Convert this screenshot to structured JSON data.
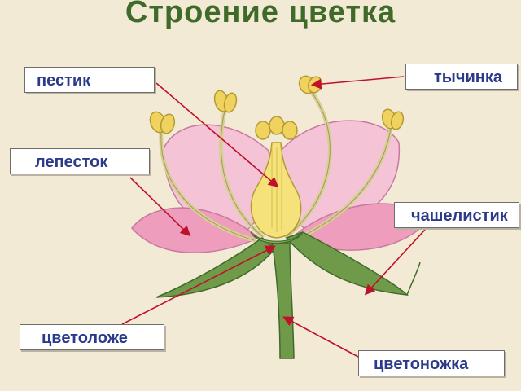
{
  "title": "Строение цветка",
  "labels": {
    "pestik": "пестик",
    "tychinka": "тычинка",
    "lepestok": "лепесток",
    "chashelistik": "чашелистик",
    "tsvetolozhe": "цветоложе",
    "tsvetonozhka": "цветоножка"
  },
  "colors": {
    "title": "#3f6a2a",
    "label_text": "#2b3a8a",
    "arrow": "#c0102a",
    "petal": "#f2a6c4",
    "pistil": "#f5e27a",
    "sepal": "#6f9a4a"
  }
}
